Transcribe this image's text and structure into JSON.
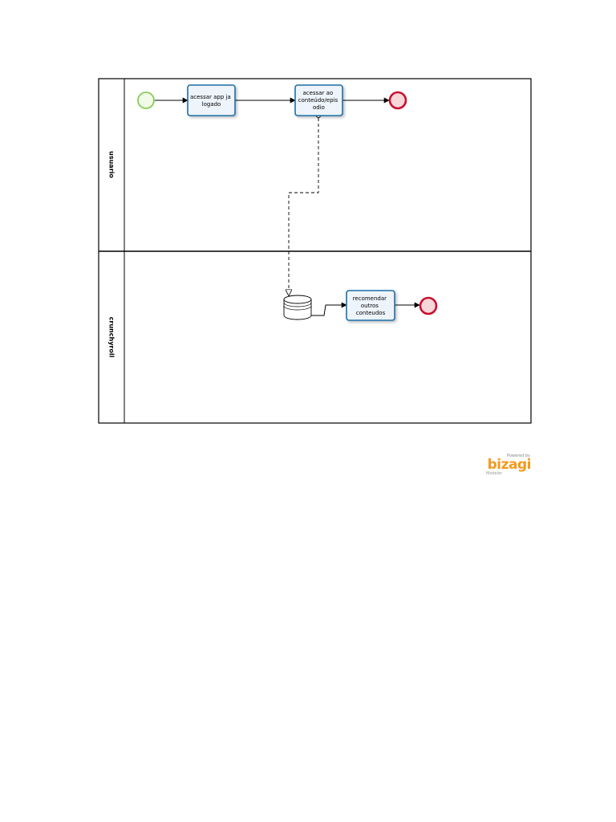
{
  "lanes": [
    {
      "label": "usuario"
    },
    {
      "label": "crunchyroll"
    }
  ],
  "tasks": [
    {
      "lines": [
        "acessar app ja",
        "logado"
      ]
    },
    {
      "lines": [
        "acessar ao",
        "conteúdo/epis",
        "odio"
      ]
    },
    {
      "lines": [
        "recomendar",
        "outros",
        "conteudos"
      ]
    }
  ],
  "branding": {
    "powered_by": "Powered by",
    "logo_text": "bizagi",
    "sub_text": "Modeler"
  },
  "colors": {
    "task_border": "#1f6fa8",
    "task_fill": "#eef4fb",
    "start_event": "#7ac943",
    "end_event": "#c8102e",
    "end_fill": "#f7d6da",
    "brand": "#f39a1e",
    "lane_border": "#000000"
  }
}
